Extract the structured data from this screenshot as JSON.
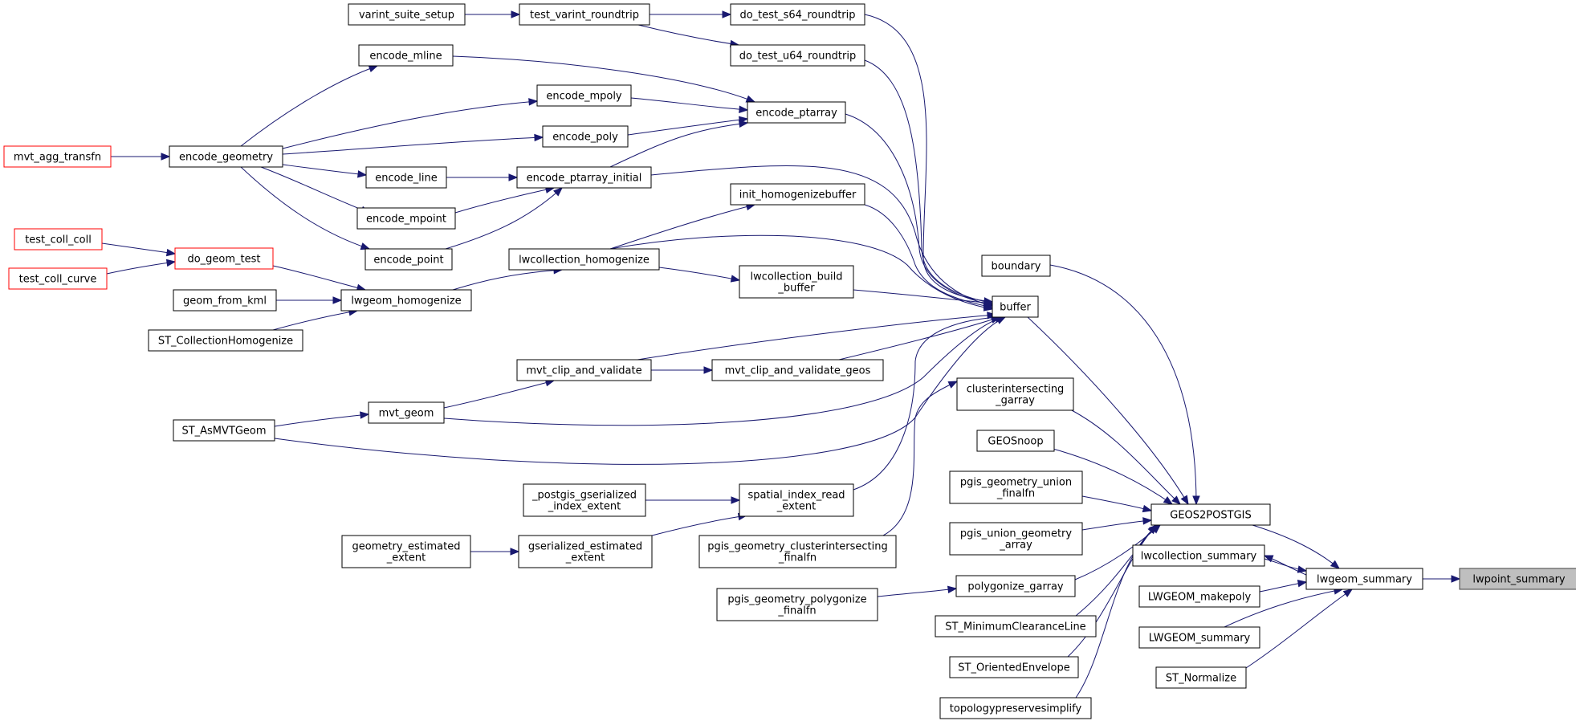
{
  "colors": {
    "edge": "#191970",
    "border_default": "#000000",
    "border_truncated": "#ff0000",
    "focus_fill": "#bfbfbf"
  },
  "nodes": [
    {
      "id": "lwpoint_summary",
      "lines": [
        "lwpoint_summary"
      ],
      "style": "focus"
    },
    {
      "id": "lwgeom_summary",
      "lines": [
        "lwgeom_summary"
      ],
      "style": "normal"
    },
    {
      "id": "GEOS2POSTGIS",
      "lines": [
        "GEOS2POSTGIS"
      ],
      "style": "normal"
    },
    {
      "id": "lwcollection_summary",
      "lines": [
        "lwcollection_summary"
      ],
      "style": "normal"
    },
    {
      "id": "LWGEOM_makepoly",
      "lines": [
        "LWGEOM_makepoly"
      ],
      "style": "normal"
    },
    {
      "id": "LWGEOM_summary",
      "lines": [
        "LWGEOM_summary"
      ],
      "style": "normal"
    },
    {
      "id": "ST_Normalize",
      "lines": [
        "ST_Normalize"
      ],
      "style": "normal"
    },
    {
      "id": "boundary",
      "lines": [
        "boundary"
      ],
      "style": "normal"
    },
    {
      "id": "buffer",
      "lines": [
        "buffer"
      ],
      "style": "normal"
    },
    {
      "id": "clusterintersecting_garray",
      "lines": [
        "clusterintersecting",
        "_garray"
      ],
      "style": "normal"
    },
    {
      "id": "GEOSnoop",
      "lines": [
        "GEOSnoop"
      ],
      "style": "normal"
    },
    {
      "id": "pgis_geometry_union_finalfn",
      "lines": [
        "pgis_geometry_union",
        "_finalfn"
      ],
      "style": "normal"
    },
    {
      "id": "pgis_union_geometry_array",
      "lines": [
        "pgis_union_geometry",
        "_array"
      ],
      "style": "normal"
    },
    {
      "id": "polygonize_garray",
      "lines": [
        "polygonize_garray"
      ],
      "style": "normal"
    },
    {
      "id": "ST_MinimumClearanceLine",
      "lines": [
        "ST_MinimumClearanceLine"
      ],
      "style": "normal"
    },
    {
      "id": "ST_OrientedEnvelope",
      "lines": [
        "ST_OrientedEnvelope"
      ],
      "style": "normal"
    },
    {
      "id": "topologypreservesimplify",
      "lines": [
        "topologypreservesimplify"
      ],
      "style": "normal"
    },
    {
      "id": "do_test_s64_roundtrip",
      "lines": [
        "do_test_s64_roundtrip"
      ],
      "style": "normal"
    },
    {
      "id": "do_test_u64_roundtrip",
      "lines": [
        "do_test_u64_roundtrip"
      ],
      "style": "normal"
    },
    {
      "id": "encode_ptarray",
      "lines": [
        "encode_ptarray"
      ],
      "style": "normal"
    },
    {
      "id": "encode_ptarray_initial",
      "lines": [
        "encode_ptarray_initial"
      ],
      "style": "normal"
    },
    {
      "id": "init_homogenizebuffer",
      "lines": [
        "init_homogenizebuffer"
      ],
      "style": "normal"
    },
    {
      "id": "lwcollection_homogenize",
      "lines": [
        "lwcollection_homogenize"
      ],
      "style": "normal"
    },
    {
      "id": "lwcollection_build_buffer",
      "lines": [
        "lwcollection_build",
        "_buffer"
      ],
      "style": "normal"
    },
    {
      "id": "mvt_clip_and_validate",
      "lines": [
        "mvt_clip_and_validate"
      ],
      "style": "normal"
    },
    {
      "id": "mvt_clip_and_validate_geos",
      "lines": [
        "mvt_clip_and_validate_geos"
      ],
      "style": "normal"
    },
    {
      "id": "mvt_geom",
      "lines": [
        "mvt_geom"
      ],
      "style": "normal"
    },
    {
      "id": "ST_AsMVTGeom",
      "lines": [
        "ST_AsMVTGeom"
      ],
      "style": "normal"
    },
    {
      "id": "spatial_index_read_extent",
      "lines": [
        "spatial_index_read",
        "_extent"
      ],
      "style": "normal"
    },
    {
      "id": "postgis_gserialized_index_extent",
      "lines": [
        "_postgis_gserialized",
        "_index_extent"
      ],
      "style": "normal"
    },
    {
      "id": "gserialized_estimated_extent",
      "lines": [
        "gserialized_estimated",
        "_extent"
      ],
      "style": "normal"
    },
    {
      "id": "geometry_estimated_extent",
      "lines": [
        "geometry_estimated",
        "_extent"
      ],
      "style": "normal"
    },
    {
      "id": "pgis_geometry_clusterintersecting_finalfn",
      "lines": [
        "pgis_geometry_clusterintersecting",
        "_finalfn"
      ],
      "style": "normal"
    },
    {
      "id": "pgis_geometry_polygonize_finalfn",
      "lines": [
        "pgis_geometry_polygonize",
        "_finalfn"
      ],
      "style": "normal"
    },
    {
      "id": "varint_suite_setup",
      "lines": [
        "varint_suite_setup"
      ],
      "style": "normal"
    },
    {
      "id": "test_varint_roundtrip",
      "lines": [
        "test_varint_roundtrip"
      ],
      "style": "normal"
    },
    {
      "id": "encode_mline",
      "lines": [
        "encode_mline"
      ],
      "style": "normal"
    },
    {
      "id": "encode_mpoly",
      "lines": [
        "encode_mpoly"
      ],
      "style": "normal"
    },
    {
      "id": "encode_poly",
      "lines": [
        "encode_poly"
      ],
      "style": "normal"
    },
    {
      "id": "encode_line",
      "lines": [
        "encode_line"
      ],
      "style": "normal"
    },
    {
      "id": "encode_mpoint",
      "lines": [
        "encode_mpoint"
      ],
      "style": "normal"
    },
    {
      "id": "encode_point",
      "lines": [
        "encode_point"
      ],
      "style": "normal"
    },
    {
      "id": "encode_geometry",
      "lines": [
        "encode_geometry"
      ],
      "style": "normal"
    },
    {
      "id": "mvt_agg_transfn",
      "lines": [
        "mvt_agg_transfn"
      ],
      "style": "truncated"
    },
    {
      "id": "lwgeom_homogenize",
      "lines": [
        "lwgeom_homogenize"
      ],
      "style": "normal"
    },
    {
      "id": "do_geom_test",
      "lines": [
        "do_geom_test"
      ],
      "style": "truncated"
    },
    {
      "id": "test_coll_coll",
      "lines": [
        "test_coll_coll"
      ],
      "style": "truncated"
    },
    {
      "id": "test_coll_curve",
      "lines": [
        "test_coll_curve"
      ],
      "style": "truncated"
    },
    {
      "id": "geom_from_kml",
      "lines": [
        "geom_from_kml"
      ],
      "style": "normal"
    },
    {
      "id": "ST_CollectionHomogenize",
      "lines": [
        "ST_CollectionHomogenize"
      ],
      "style": "normal"
    }
  ]
}
